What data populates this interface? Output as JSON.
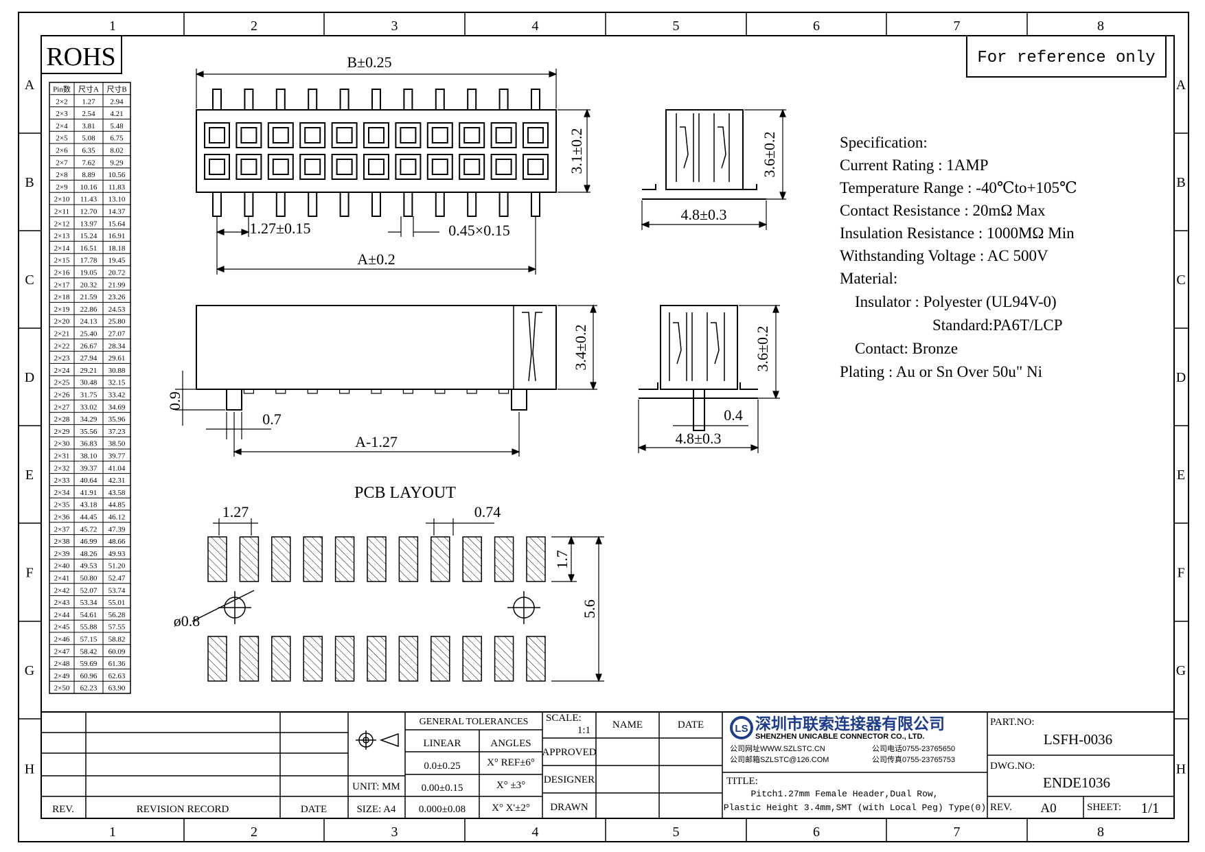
{
  "frame": {
    "columns": [
      "1",
      "2",
      "3",
      "4",
      "5",
      "6",
      "7",
      "8"
    ],
    "rows": [
      "A",
      "B",
      "C",
      "D",
      "E",
      "F",
      "G",
      "H"
    ]
  },
  "rohs": "ROHS",
  "reference_note": "For reference only",
  "size_table": {
    "headers": [
      "Pin数",
      "尺寸A",
      "尺寸B"
    ],
    "rows": [
      [
        "2×2",
        "1.27",
        "2.94"
      ],
      [
        "2×3",
        "2.54",
        "4.21"
      ],
      [
        "2×4",
        "3.81",
        "5.48"
      ],
      [
        "2×5",
        "5.08",
        "6.75"
      ],
      [
        "2×6",
        "6.35",
        "8.02"
      ],
      [
        "2×7",
        "7.62",
        "9.29"
      ],
      [
        "2×8",
        "8.89",
        "10.56"
      ],
      [
        "2×9",
        "10.16",
        "11.83"
      ],
      [
        "2×10",
        "11.43",
        "13.10"
      ],
      [
        "2×11",
        "12.70",
        "14.37"
      ],
      [
        "2×12",
        "13.97",
        "15.64"
      ],
      [
        "2×13",
        "15.24",
        "16.91"
      ],
      [
        "2×14",
        "16.51",
        "18.18"
      ],
      [
        "2×15",
        "17.78",
        "19.45"
      ],
      [
        "2×16",
        "19.05",
        "20.72"
      ],
      [
        "2×17",
        "20.32",
        "21.99"
      ],
      [
        "2×18",
        "21.59",
        "23.26"
      ],
      [
        "2×19",
        "22.86",
        "24.53"
      ],
      [
        "2×20",
        "24.13",
        "25.80"
      ],
      [
        "2×21",
        "25.40",
        "27.07"
      ],
      [
        "2×22",
        "26.67",
        "28.34"
      ],
      [
        "2×23",
        "27.94",
        "29.61"
      ],
      [
        "2×24",
        "29.21",
        "30.88"
      ],
      [
        "2×25",
        "30.48",
        "32.15"
      ],
      [
        "2×26",
        "31.75",
        "33.42"
      ],
      [
        "2×27",
        "33.02",
        "34.69"
      ],
      [
        "2×28",
        "34.29",
        "35.96"
      ],
      [
        "2×29",
        "35.56",
        "37.23"
      ],
      [
        "2×30",
        "36.83",
        "38.50"
      ],
      [
        "2×31",
        "38.10",
        "39.77"
      ],
      [
        "2×32",
        "39.37",
        "41.04"
      ],
      [
        "2×33",
        "40.64",
        "42.31"
      ],
      [
        "2×34",
        "41.91",
        "43.58"
      ],
      [
        "2×35",
        "43.18",
        "44.85"
      ],
      [
        "2×36",
        "44.45",
        "46.12"
      ],
      [
        "2×37",
        "45.72",
        "47.39"
      ],
      [
        "2×38",
        "46.99",
        "48.66"
      ],
      [
        "2×39",
        "48.26",
        "49.93"
      ],
      [
        "2×40",
        "49.53",
        "51.20"
      ],
      [
        "2×41",
        "50.80",
        "52.47"
      ],
      [
        "2×42",
        "52.07",
        "53.74"
      ],
      [
        "2×43",
        "53.34",
        "55.01"
      ],
      [
        "2×44",
        "54.61",
        "56.28"
      ],
      [
        "2×45",
        "55.88",
        "57.55"
      ],
      [
        "2×46",
        "57.15",
        "58.82"
      ],
      [
        "2×47",
        "58.42",
        "60.09"
      ],
      [
        "2×48",
        "59.69",
        "61.36"
      ],
      [
        "2×49",
        "60.96",
        "62.63"
      ],
      [
        "2×50",
        "62.23",
        "63.90"
      ]
    ]
  },
  "dims": {
    "b_width": "B±0.25",
    "top_height": "3.1±0.2",
    "pitch": "1.27±0.15",
    "pin_size": "0.45×0.15",
    "a_width": "A±0.2",
    "side1_height": "3.6±0.2",
    "side1_width": "4.8±0.3",
    "front_height": "3.4±0.2",
    "peg_height": "0.9",
    "peg_width": "0.7",
    "a_minus": "A-1.27",
    "side2_height": "3.6±0.2",
    "side2_pin": "0.4",
    "side2_width": "4.8±0.3"
  },
  "pcb": {
    "title": "PCB LAYOUT",
    "pitch": "1.27",
    "pad_width": "0.74",
    "pad_height": "1.7",
    "row_span": "5.6",
    "hole": "ø0.8"
  },
  "spec": {
    "lines": [
      "Specification:",
      "Current Rating : 1AMP",
      "Temperature Range : -40℃to+105℃",
      "Contact Resistance : 20mΩ Max",
      "Insulation Resistance : 1000MΩ Min",
      "Withstanding Voltage : AC 500V",
      "Material:",
      "Insulator : Polyester (UL94V-0)",
      "Standard:PA6T/LCP",
      "Contact: Bronze",
      "Plating : Au or Sn Over 50u\" Ni"
    ]
  },
  "title_block": {
    "rev_label": "REV.",
    "revision_record": "REVISION RECORD",
    "date_label": "DATE",
    "general_tolerances": "GENERAL TOLERANCES",
    "linear": "LINEAR",
    "angles": "ANGLES",
    "lin1": "0.0±0.25",
    "lin2": "0.00±0.15",
    "lin3": "0.000±0.08",
    "ang1": "X° REF±6°",
    "ang2": "X° ±3°",
    "ang3": "X° X'±2°",
    "unit": "UNIT: MM",
    "size": "SIZE: A4",
    "scale_label": "SCALE:",
    "scale_value": "1:1",
    "name": "NAME",
    "date": "DATE",
    "approved": "APPROVED",
    "designer": "DESIGNER",
    "drawn": "DRAWN",
    "company_cn": "深圳市联索连接器有限公司",
    "company_en": "SHENZHEN UNICABLE CONNECTOR CO., LTD.",
    "web": "公司网址WWW.SZLSTC.CN",
    "phone": "公司电话0755-23765650",
    "email": "公司邮箱SZLSTC@126.COM",
    "fax": "公司传真0755-23765753",
    "title_label": "TITLE:",
    "title_line1": "Pitch1.27mm Female Header,Dual Row,",
    "title_line2": "Plastic Height 3.4mm,SMT (with Local Peg) Type(0)",
    "part_no_label": "PART.NO:",
    "part_no": "LSFH-0036",
    "dwg_no_label": "DWG.NO:",
    "dwg_no": "ENDE1036",
    "rev_value": "A0",
    "sheet_label": "SHEET:",
    "sheet_value": "1/1"
  },
  "colors": {
    "line": "#000000",
    "logo": "#1e3c8c"
  }
}
